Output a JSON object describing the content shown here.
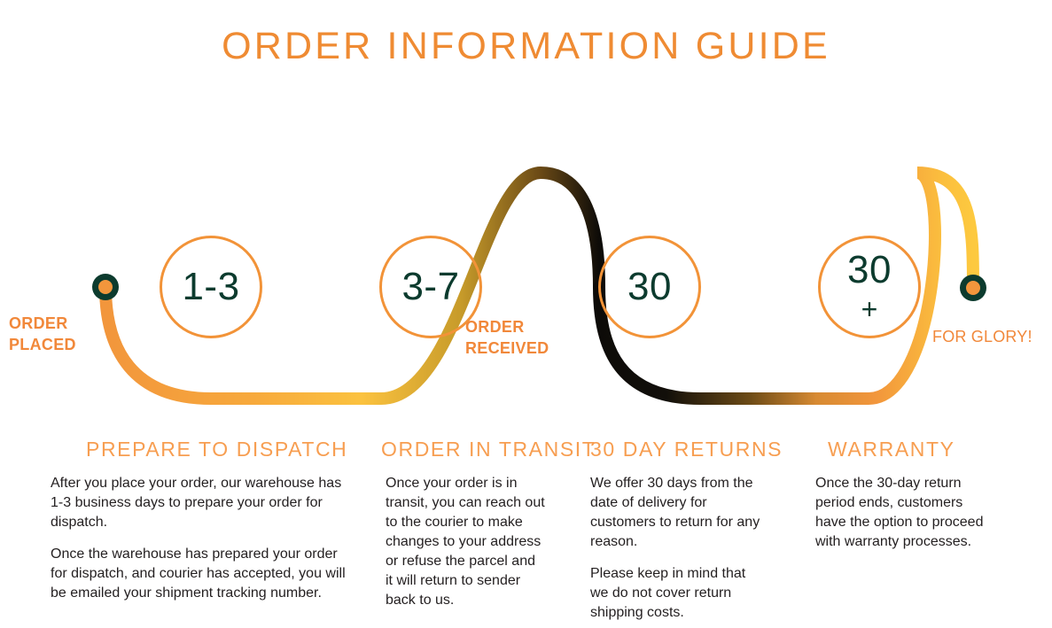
{
  "title": "ORDER INFORMATION GUIDE",
  "colors": {
    "title_orange": "#ef8b33",
    "heading_orange": "#f79e51",
    "ring_orange": "#f29338",
    "dark_green": "#0c3b2e",
    "body_text": "#231f20",
    "path_orange": "#f2963c",
    "path_yellow": "#fbc23f",
    "path_black": "#0d0b08",
    "path_brown": "#6b4a16"
  },
  "timeline": {
    "start_marker_label": "order-placed-marker",
    "end_marker_label": "for-glory-marker",
    "milestones": [
      {
        "id": "ms1",
        "main": "1-3",
        "sub": "",
        "name": "milestone-1-3-days"
      },
      {
        "id": "ms2",
        "main": "3-7",
        "sub": "",
        "name": "milestone-3-7-days"
      },
      {
        "id": "ms3",
        "main": "30",
        "sub": "",
        "name": "milestone-30-days"
      },
      {
        "id": "ms4",
        "main": "30",
        "sub": "+",
        "name": "milestone-30-plus"
      }
    ],
    "endpoint_labels": {
      "start_line1": "ORDER",
      "start_line2": "PLACED",
      "middle_line1": "ORDER",
      "middle_line2": "RECEIVED",
      "end": "FOR GLORY!"
    }
  },
  "columns": [
    {
      "heading": "PREPARE TO DISPATCH",
      "paragraphs": [
        "After you place your order, our warehouse has 1-3 business days to prepare your order for dispatch.",
        "Once the warehouse has prepared your order for dispatch, and courier has accepted, you will be emailed your shipment tracking number."
      ]
    },
    {
      "heading": "ORDER IN TRANSIT",
      "paragraphs": [
        "Once your order is in transit, you can reach out to the courier to make changes to your address or refuse the parcel and it will return to sender back to us."
      ]
    },
    {
      "heading": "30 DAY RETURNS",
      "paragraphs": [
        "We offer 30 days from the date of delivery for customers to return for any reason.",
        "Please keep in mind that we do not cover return shipping costs."
      ]
    },
    {
      "heading": "WARRANTY",
      "paragraphs": [
        "Once the 30-day return period ends, customers have the option to proceed with warranty processes."
      ]
    }
  ]
}
